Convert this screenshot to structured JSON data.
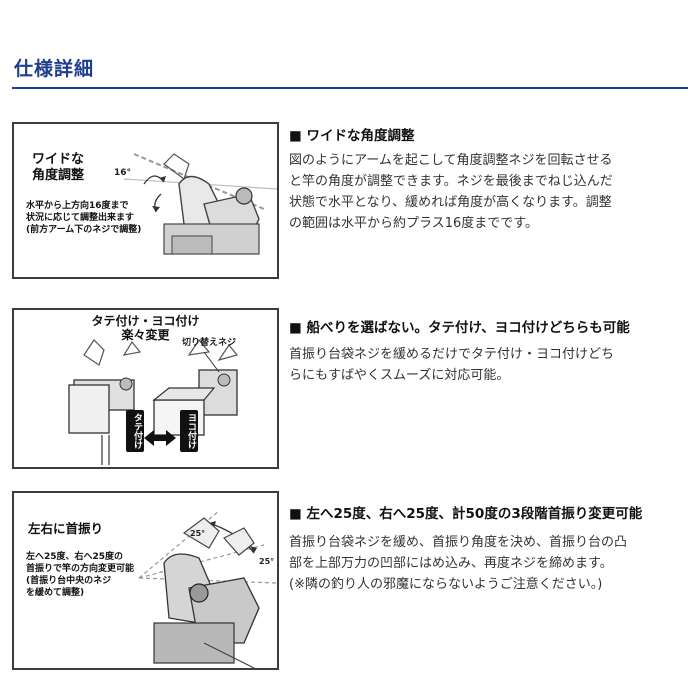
{
  "page": {
    "title": "仕様詳細",
    "accent_color": "#1e3e8f"
  },
  "features": [
    {
      "figure": {
        "label_lines": [
          "ワイドな",
          "角度調整"
        ],
        "note_lines": [
          "水平から上方向16度まで",
          "状況に応じて調整出来ます",
          "(前方アーム下のネジで調整)"
        ],
        "angle_label": "16°"
      },
      "heading": "■ ワイドな角度調整",
      "body_lines": [
        "図のようにアームを起こして角度調整ネジを回転させる",
        "と竿の角度が調整できます。ネジを最後までねじ込んだ",
        "状態で水平となり、緩めれば角度が高くなります。調整",
        "の範囲は水平から約プラス16度までです。"
      ]
    },
    {
      "figure": {
        "label_lines": [
          "タテ付け・ヨコ付け",
          "楽々変更"
        ],
        "callout": "切り替えネジ",
        "tag_left": "タテ付け",
        "tag_right": "ヨコ付け"
      },
      "heading": "■ 船べりを選ばない。タテ付け、ヨコ付けどちらも可能",
      "body_lines": [
        "首振り台袋ネジを緩めるだけでタテ付け・ヨコ付けどち",
        "らにもすばやくスムーズに対応可能。"
      ]
    },
    {
      "figure": {
        "label_lines": [
          "左右に首振り"
        ],
        "note_lines": [
          "左へ25度、右へ25度の",
          "首振りで竿の方向変更可能",
          "(首振り台中央のネジ",
          "を緩めて調整)"
        ],
        "angle_left": "25°",
        "angle_right": "25°"
      },
      "heading": "■ 左へ25度、右へ25度、計50度の3段階首振り変更可能",
      "body_lines": [
        "首振り台袋ネジを緩め、首振り角度を決め、首振り台の凸",
        "部を上部万力の凹部にはめ込み、再度ネジを締めます。",
        "(※隣の釣り人の邪魔にならないようご注意ください。)"
      ]
    }
  ]
}
